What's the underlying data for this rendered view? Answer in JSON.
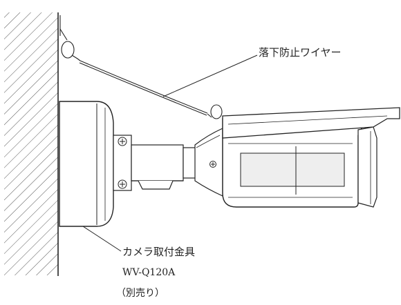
{
  "labels": {
    "wire": "落下防止ワイヤー",
    "bracket": "カメラ取付金具",
    "model": "WV-Q120A",
    "optional": "（別売り）"
  },
  "colors": {
    "line": "#222222",
    "shade": "#cccccc",
    "background": "#ffffff"
  },
  "icons": {
    "screw": "phillips-screw-icon"
  }
}
